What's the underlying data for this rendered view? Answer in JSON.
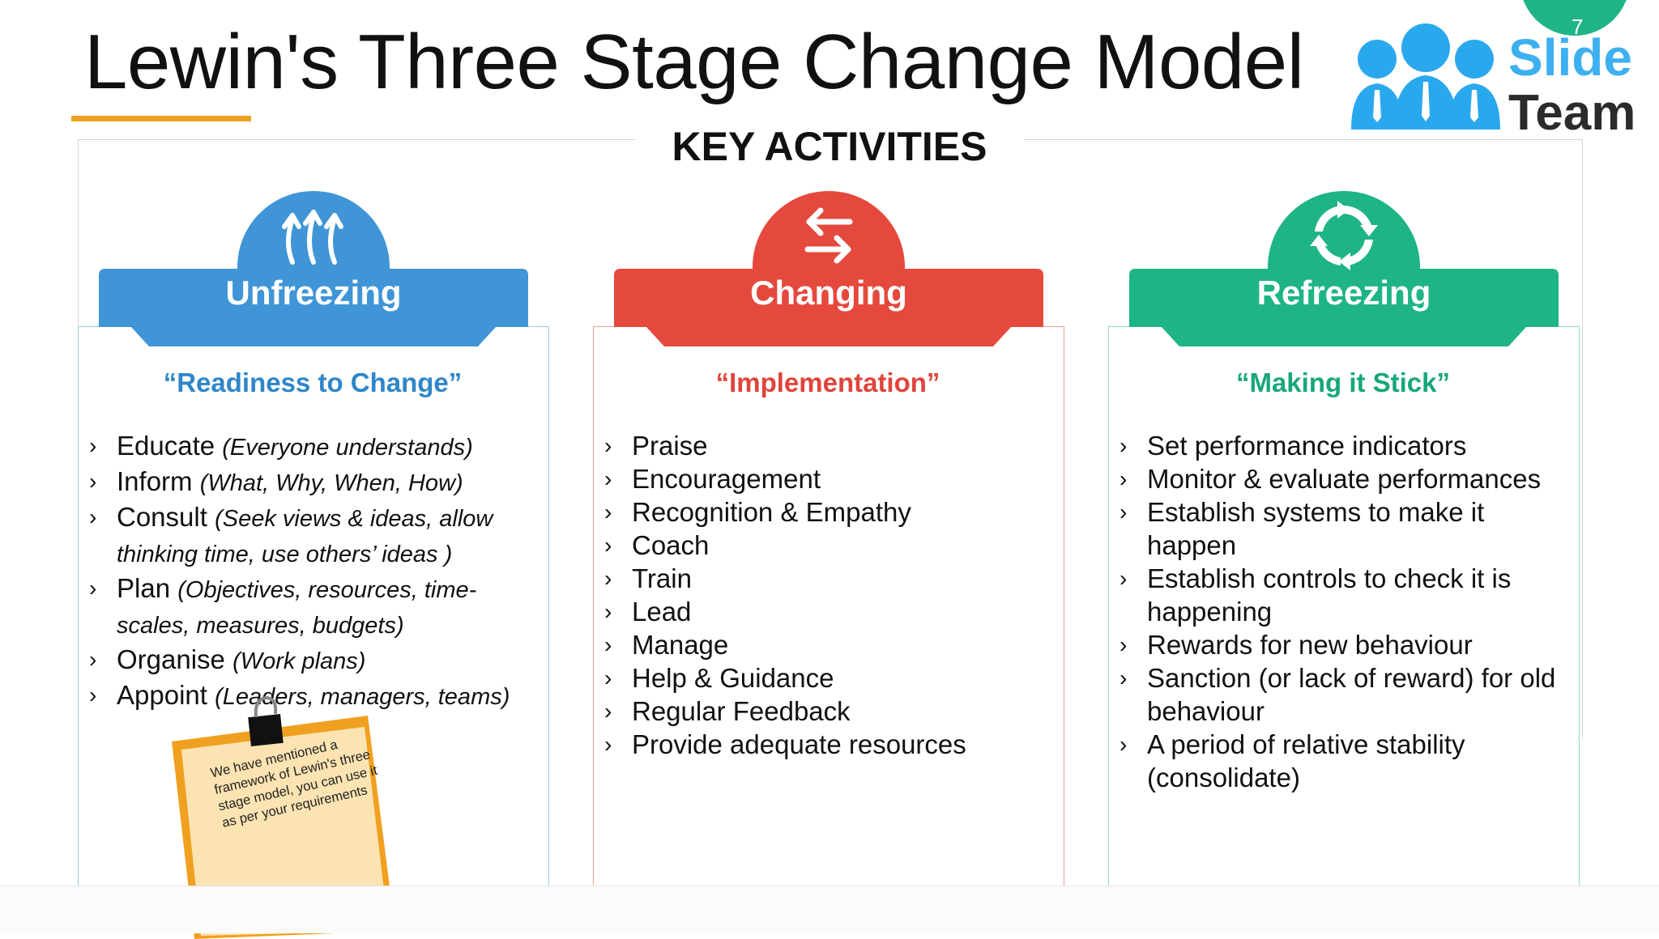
{
  "slide": {
    "page_number": "7",
    "title": "Lewin's Three Stage Change Model",
    "section_heading": "KEY ACTIVITIES"
  },
  "logo": {
    "word1": "Slide",
    "word2": "Team"
  },
  "colors": {
    "blue": "#3f95d6",
    "red": "#e5493d",
    "green": "#1fb486",
    "accent": "#f0a020"
  },
  "stages": [
    {
      "title": "Unfreezing",
      "icon": "arrows-up-icon",
      "subtitle": "“Readiness to Change”",
      "items": [
        {
          "main": "Educate",
          "note": "(Everyone understands)"
        },
        {
          "main": "Inform",
          "note": "(What, Why, When, How)"
        },
        {
          "main": "Consult",
          "note": "(Seek views & ideas, allow thinking time, use others’ ideas )"
        },
        {
          "main": "Plan",
          "note": "(Objectives, resources, time-scales, measures, budgets)"
        },
        {
          "main": "Organise",
          "note": "(Work plans)"
        },
        {
          "main": "Appoint",
          "note": "(Leaders, managers, teams)"
        }
      ]
    },
    {
      "title": "Changing",
      "icon": "swap-arrows-icon",
      "subtitle": "“Implementation”",
      "items": [
        "Praise",
        "Encouragement",
        "Recognition & Empathy",
        "Coach",
        "Train",
        "Lead",
        "Manage",
        "Help & Guidance",
        "Regular Feedback",
        "Provide adequate resources"
      ]
    },
    {
      "title": "Refreezing",
      "icon": "cycle-arrows-icon",
      "subtitle": "“Making it Stick”",
      "items": [
        "Set performance indicators",
        "Monitor & evaluate performances",
        "Establish systems to make it happen",
        "Establish controls to check it is happening",
        "Rewards for new behaviour",
        "Sanction (or lack of reward) for old behaviour",
        "A period of relative stability (consolidate)"
      ]
    }
  ],
  "sticky_note": {
    "text": "We have mentioned a framework of Lewin's three stage model, you can use it as per your requirements"
  }
}
